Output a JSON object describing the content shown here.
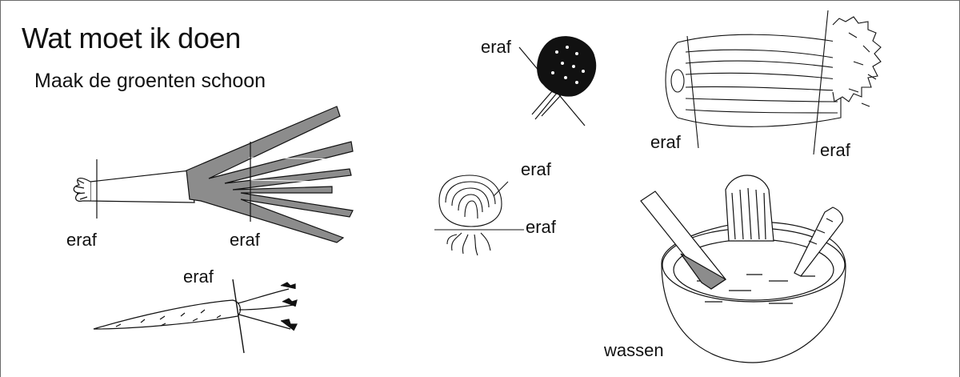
{
  "title": "Wat moet ik doen",
  "subtitle": "Maak de groenten schoon",
  "labels": {
    "leek_root": "eraf",
    "leek_top": "eraf",
    "carrot_top": "eraf",
    "broccoli_stem": "eraf",
    "onion_top": "eraf",
    "onion_root": "eraf",
    "celery_root": "eraf",
    "celery_top": "eraf",
    "wash": "wassen"
  },
  "colors": {
    "ink": "#111111",
    "leek_green": "#8c8c8c",
    "frame": "#6b6b6b"
  }
}
